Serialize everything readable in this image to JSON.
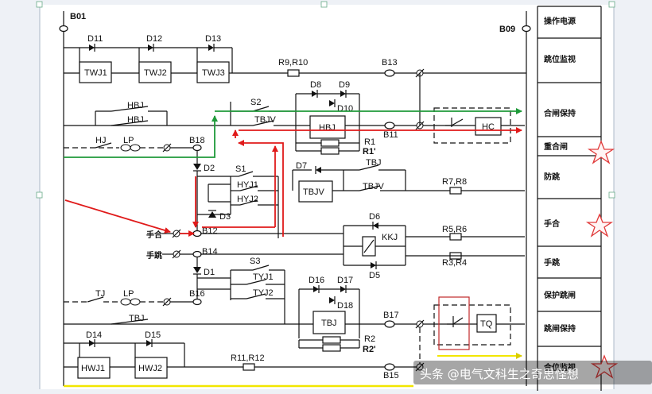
{
  "colors": {
    "wire": "#111111",
    "red_path": "#e01a1a",
    "green_path": "#1f9a3a",
    "yellow_path": "#f2e600",
    "star": "#e03a3a"
  },
  "nodes": {
    "b01": "B01",
    "b09": "B09",
    "b13": "B13",
    "b11": "B11",
    "b18": "B18",
    "b12": "B12",
    "b14": "B14",
    "b16": "B16",
    "b17": "B17",
    "b15": "B15"
  },
  "diodes": {
    "d11": "D11",
    "d12": "D12",
    "d13": "D13",
    "d8": "D8",
    "d9": "D9",
    "d10": "D10",
    "d2": "D2",
    "d7": "D7",
    "d3": "D3",
    "d6": "D6",
    "d5": "D5",
    "d1": "D1",
    "d16": "D16",
    "d17": "D17",
    "d18": "D18",
    "d14": "D14",
    "d15": "D15"
  },
  "relays": {
    "twj1": "TWJ1",
    "twj2": "TWJ2",
    "twj3": "TWJ3",
    "hbj_coil": "HBJ",
    "tbjv_coil": "TBJV",
    "tbj_coil": "TBJ",
    "hwj1": "HWJ1",
    "hwj2": "HWJ2",
    "hc": "HC",
    "tq": "TQ",
    "kkj": "KKJ"
  },
  "contacts": {
    "hbj_top": "HBJ",
    "hbj_mid": "HBJ",
    "s2": "S2",
    "tbjv_1": "TBJV",
    "s1": "S1",
    "hyj1": "HYJ1",
    "hyj2": "HYJ2",
    "tbj_1": "TBJ",
    "tbjv_2": "TBJV",
    "s3": "S3",
    "tyj1": "TYJ1",
    "tyj2": "TYJ2",
    "tbj_2": "TBJ",
    "hj": "HJ",
    "lp1": "LP",
    "tj": "TJ",
    "lp2": "LP"
  },
  "resistors": {
    "r9r10": "R9,R10",
    "r1": "R1",
    "r1p": "R1'",
    "r7r8": "R7,R8",
    "r5r6": "R5,R6",
    "r3r4": "R3,R4",
    "r2": "R2",
    "r2p": "R2'",
    "r11r12": "R11,R12"
  },
  "inputs": {
    "manual_close": "手合",
    "manual_trip": "手跳"
  },
  "functions": [
    "操作电源",
    "跳位监视",
    "合闸保持",
    "重合闸",
    "防跳",
    "手合",
    "手跳",
    "保护跳闸",
    "跳闸保持",
    "合位监视"
  ],
  "watermark": "头条 @电气文科生之奇思怪想"
}
